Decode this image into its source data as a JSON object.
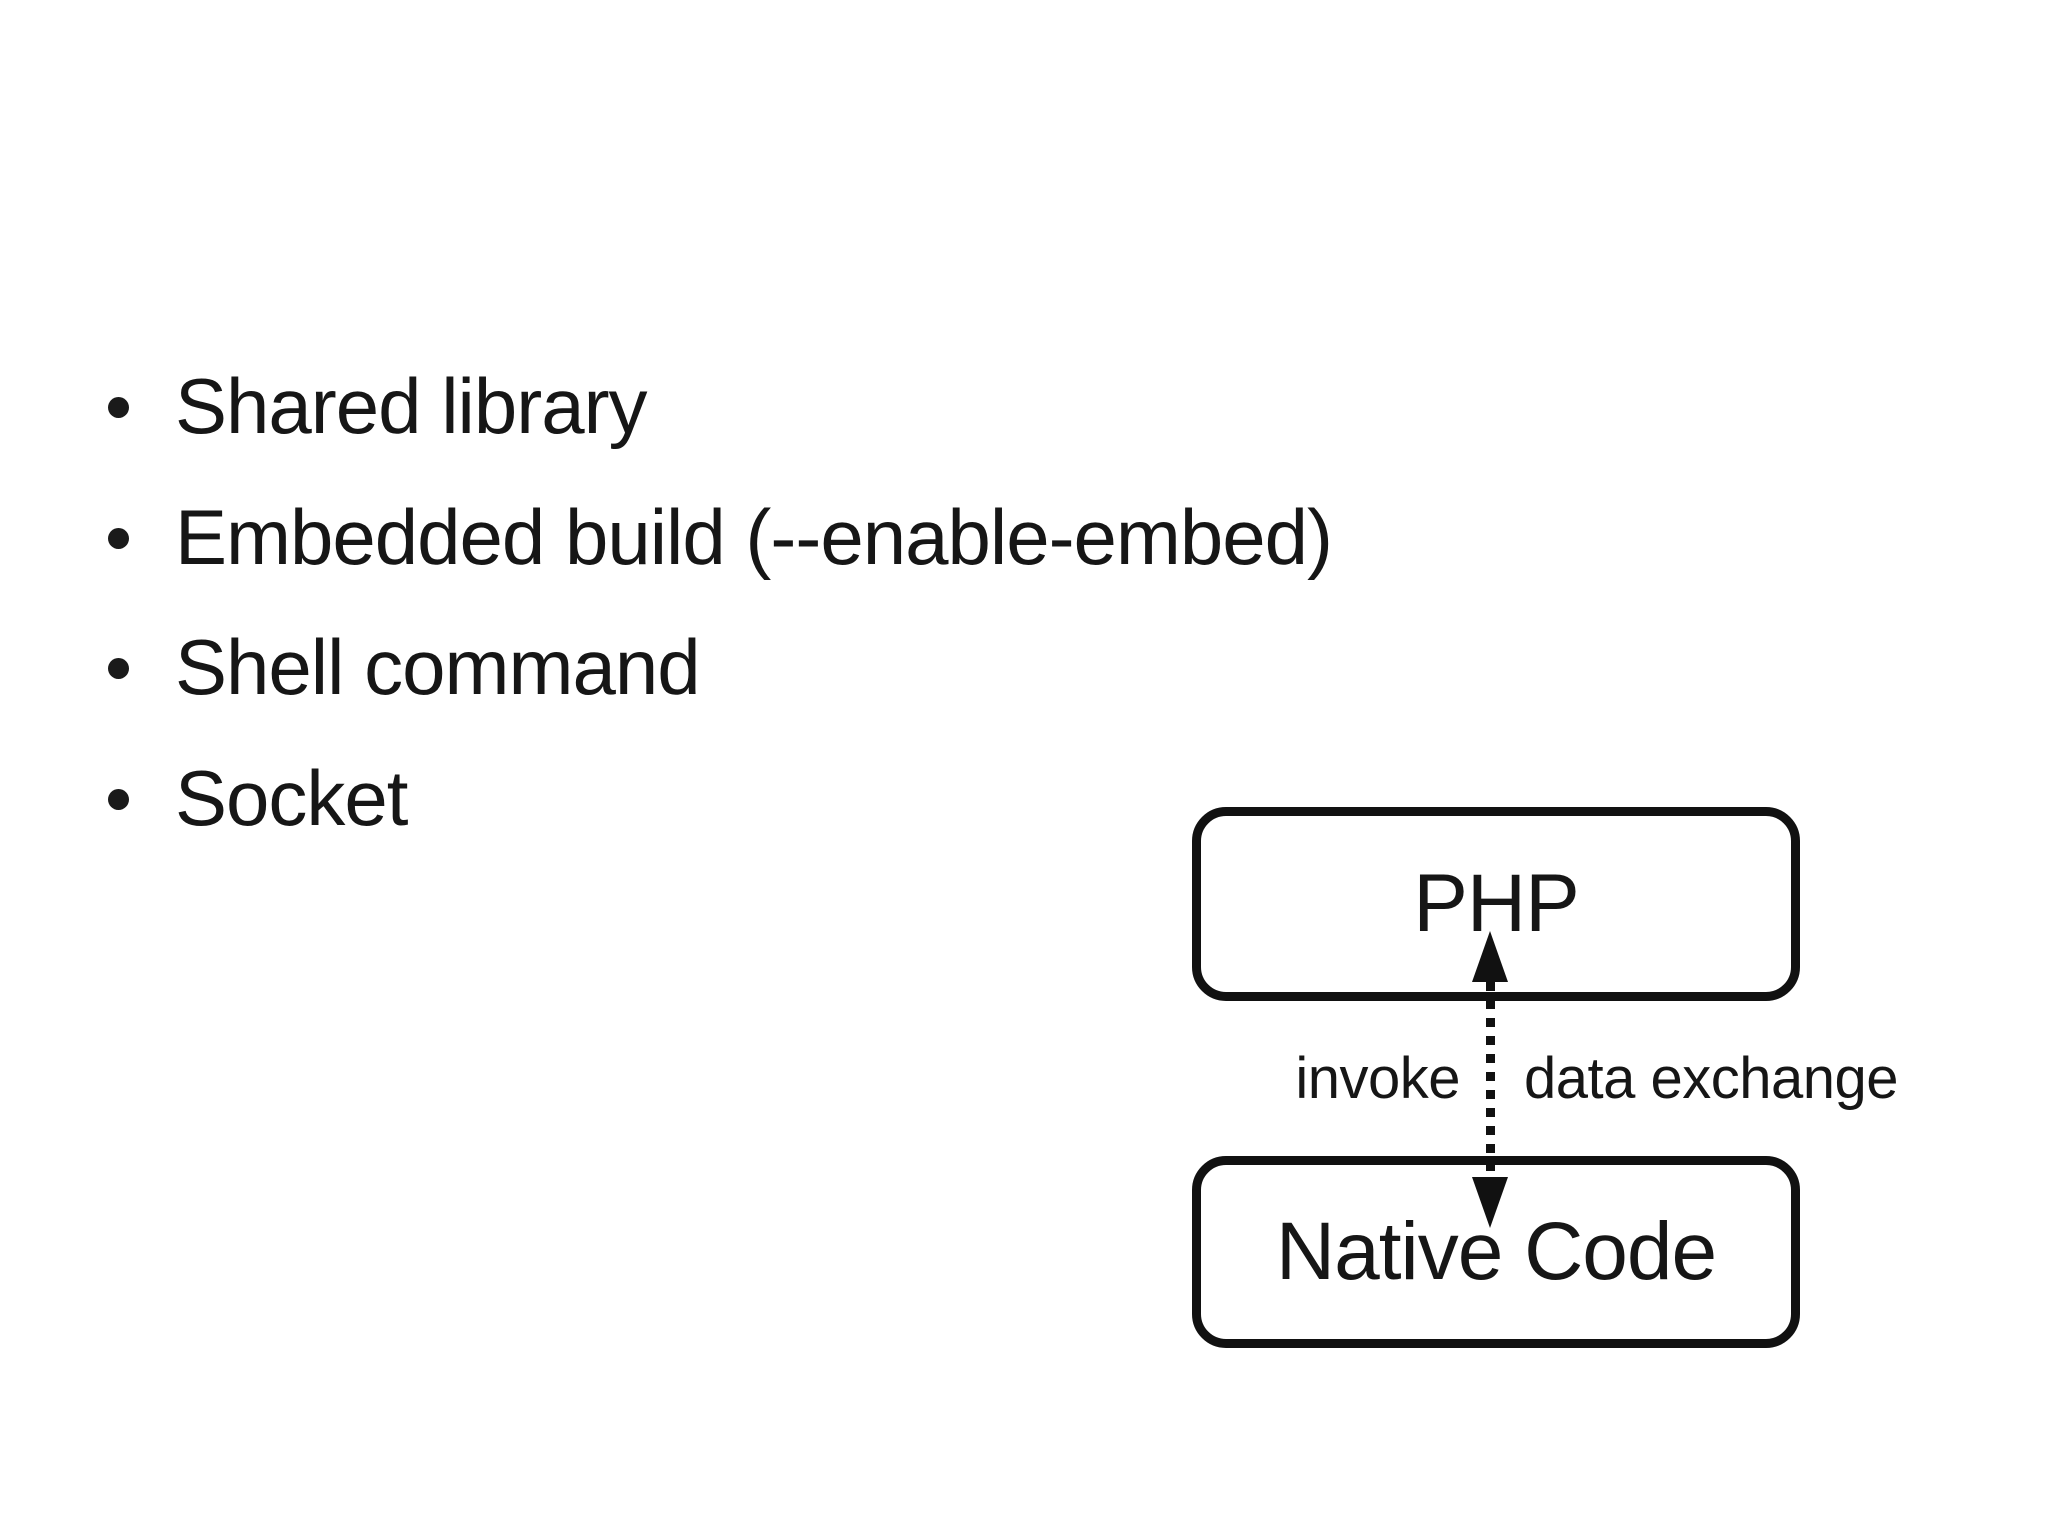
{
  "slide": {
    "colors": {
      "background": "#ffffff",
      "text": "#161616",
      "diagram_line": "#111111"
    }
  },
  "bullets": {
    "items": [
      {
        "label": "Shared library"
      },
      {
        "label": "Embedded build (--enable-embed)"
      },
      {
        "label": "Shell command"
      },
      {
        "label": "Socket"
      }
    ]
  },
  "diagram": {
    "php_box_label": "PHP",
    "native_box_label": "Native Code",
    "invoke_label": "invoke",
    "data_exchange_label": "data exchange"
  }
}
